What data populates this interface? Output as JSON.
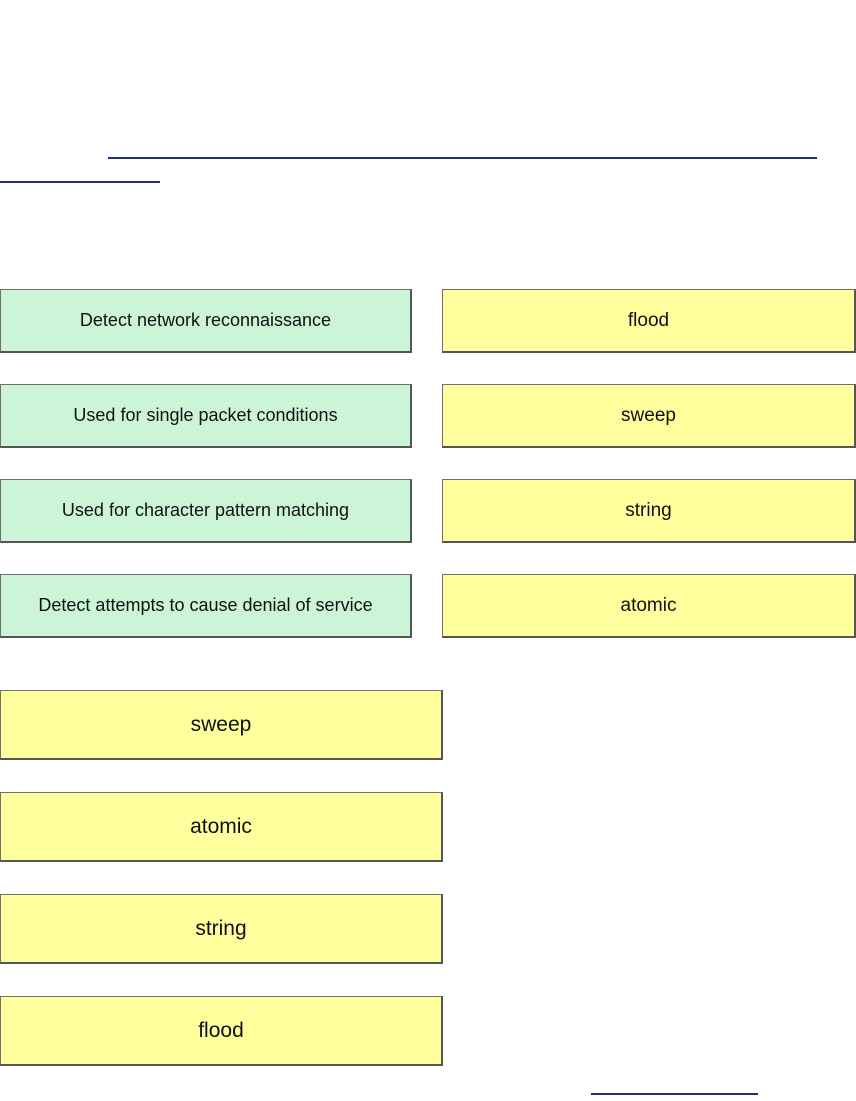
{
  "colors": {
    "description_fill": "#ccf5d8",
    "term_fill": "#ffff9e",
    "link": "#1f2f7a",
    "border": "#6f6f6f"
  },
  "descriptions": [
    {
      "label": "Detect network reconnaissance"
    },
    {
      "label": "Used for single packet conditions"
    },
    {
      "label": "Used for character pattern matching"
    },
    {
      "label": "Detect attempts to cause denial of service"
    }
  ],
  "terms": [
    {
      "label": "flood"
    },
    {
      "label": "sweep"
    },
    {
      "label": "string"
    },
    {
      "label": "atomic"
    }
  ],
  "answers": [
    {
      "label": "sweep"
    },
    {
      "label": "atomic"
    },
    {
      "label": "string"
    },
    {
      "label": "flood"
    }
  ]
}
